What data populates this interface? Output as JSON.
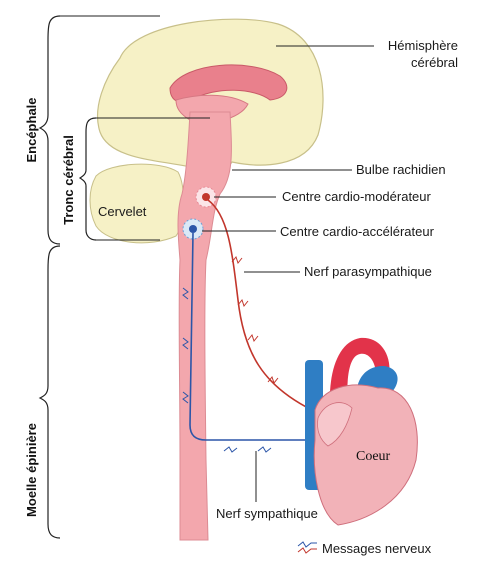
{
  "labels": {
    "encephale": "Encéphale",
    "tronc_cerebral": "Tronc cérébral",
    "moelle_epiniere": "Moelle épinière",
    "hemisphere_line1": "Hémisphère",
    "hemisphere_line2": "cérébral",
    "bulbe_rachidien": "Bulbe rachidien",
    "centre_cardio_moderateur": "Centre cardio-modérateur",
    "centre_cardio_accelerateur": "Centre cardio-accélérateur",
    "nerf_parasympathique": "Nerf parasympathique",
    "cervelet": "Cervelet",
    "coeur": "Coeur",
    "nerf_sympathique": "Nerf sympathique",
    "legend_messages_nerveux": "Messages nerveux"
  },
  "colors": {
    "brain": "#f6f1c6",
    "brain_outline": "#c8c08a",
    "brainstem": "#f3a7ad",
    "limbic": "#e9808c",
    "heart_pink": "#f2b2b8",
    "aorta_red": "#e2334a",
    "vein_blue": "#2f7ec4",
    "parasympathetic": "#c2362c",
    "sympathetic": "#2b55a8"
  }
}
